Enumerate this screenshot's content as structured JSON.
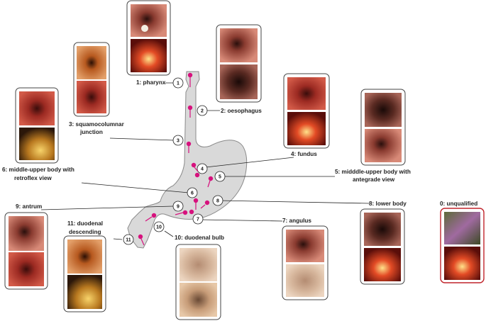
{
  "stations": [
    {
      "num": "1",
      "label": "1: pharynx"
    },
    {
      "num": "2",
      "label": "2: oesophagus"
    },
    {
      "num": "3",
      "label_lines": [
        "3: squamocolumnar",
        "junction"
      ]
    },
    {
      "num": "4",
      "label": "4: fundus"
    },
    {
      "num": "5",
      "label_lines": [
        "5: midddle-upper body with",
        "antegrade view"
      ]
    },
    {
      "num": "6",
      "label_lines": [
        "6: middle-upper body with",
        "retroflex view"
      ]
    },
    {
      "num": "7",
      "label": "7: angulus"
    },
    {
      "num": "8",
      "label": "8: lower body"
    },
    {
      "num": "9",
      "label": "9: antrum"
    },
    {
      "num": "10",
      "label": "10: duodenal bulb"
    },
    {
      "num": "11",
      "label_lines": [
        "11: duodenal",
        "descending"
      ]
    },
    {
      "num": "",
      "label": "0: unqualified"
    }
  ],
  "colors": {
    "marker": "#d6117d",
    "stomach_fill": "#d9d9d9",
    "stomach_stroke": "#8a8a8a",
    "unqualified_border": "#c0242b"
  },
  "image_types": {
    "pharynx": [
      "dark red tissue with white lesion",
      "bright pink/red tissue"
    ],
    "oesophagus": [
      "pink lumen",
      "pink lumen with folds"
    ],
    "squamocolumnar_junction": [
      "orange ring",
      "pink-red mucosa"
    ],
    "fundus": [
      "red mucosa",
      "folded red mucosa"
    ],
    "middle_upper_antegrade": [
      "dark lumen with folds",
      "pink rugae"
    ],
    "middle_upper_retroflex": [
      "scope in retroflex",
      "yellow-green lumen"
    ],
    "angulus": [
      "pink fold",
      "curved pink fold"
    ],
    "lower_body": [
      "dark red lumen",
      "bright red lumen"
    ],
    "antrum": [
      "pink antrum",
      "red mottled mucosa"
    ],
    "duodenal_descending": [
      "orange circular lumen",
      "yellow-brown lumen"
    ],
    "duodenal_bulb": [
      "light pink mucosa",
      "beige bulb"
    ],
    "unqualified": [
      "blurred green/purple image",
      "bright red/yellow glare"
    ]
  }
}
